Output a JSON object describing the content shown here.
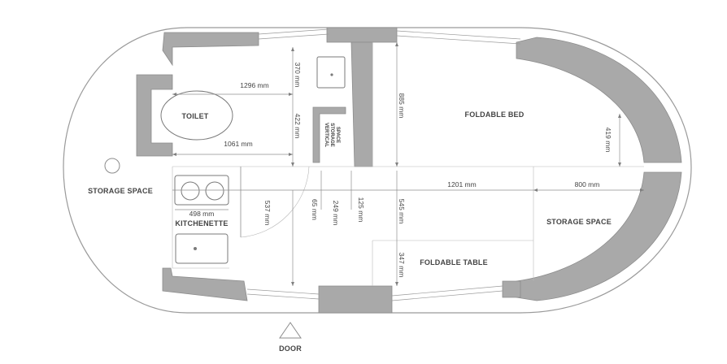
{
  "rooms": {
    "toilet": "TOILET",
    "foldable_bed": "FOLDABLE BED",
    "storage_left": "STORAGE SPACE",
    "storage_right": "STORAGE SPACE",
    "kitchenette": "KITCHENETTE",
    "foldable_table": "FOLDABLE TABLE",
    "vertical_storage_line1": "VERTICAL",
    "vertical_storage_line2": "STORAGE",
    "vertical_storage_line3": "SPACE",
    "door": "DOOR"
  },
  "dimensions": {
    "d1296": "1296 mm",
    "d1061": "1061 mm",
    "d370": "370 mm",
    "d422": "422 mm",
    "d885": "885 mm",
    "d419": "419 mm",
    "d498": "498 mm",
    "d537": "537 mm",
    "d65": "65 mm",
    "d249": "249 mm",
    "d125": "125 mm",
    "d545": "545 mm",
    "d347": "347 mm",
    "d1201": "1201 mm",
    "d800": "800 mm"
  },
  "colors": {
    "wall": "#a9a9a9",
    "outline": "#9a9a9a",
    "text": "#444444"
  }
}
